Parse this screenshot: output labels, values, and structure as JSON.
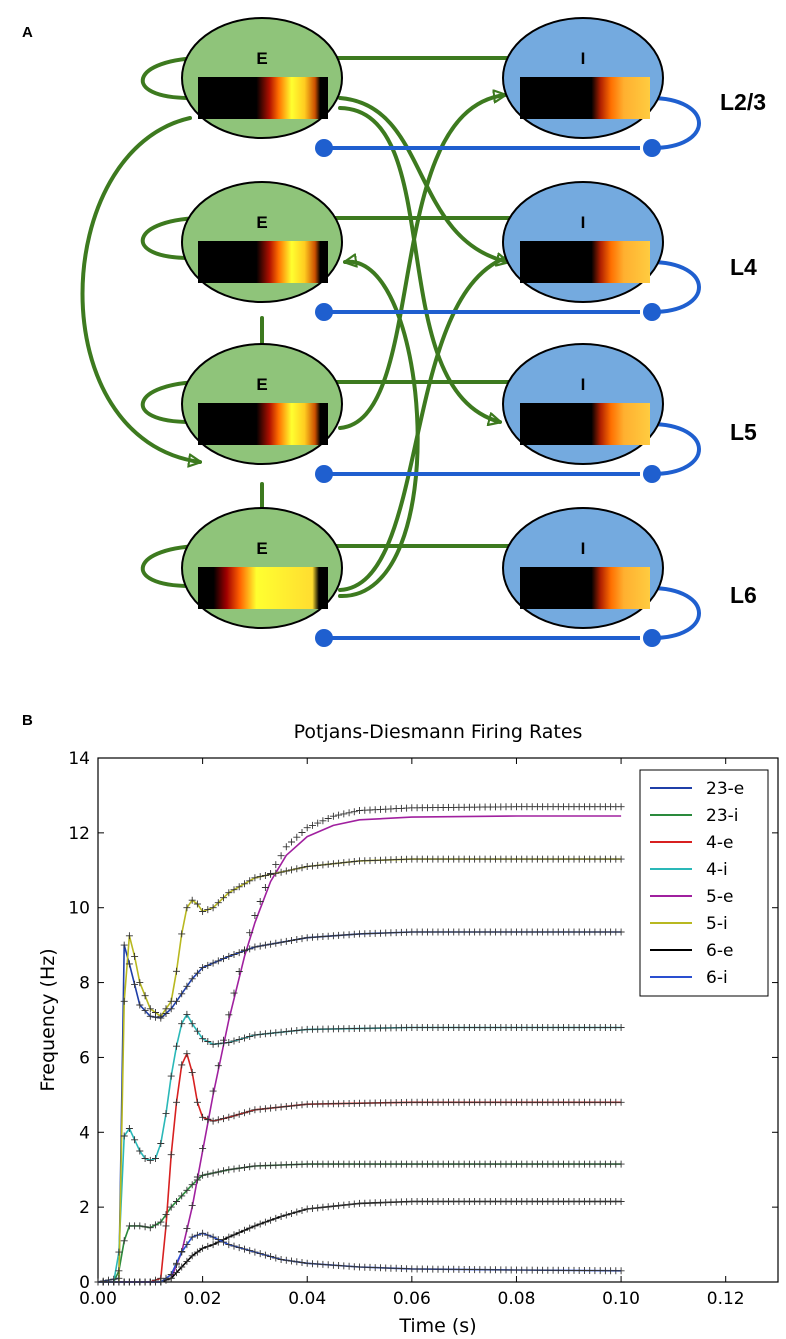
{
  "panel_a": {
    "label": "A",
    "layers": [
      "L2/3",
      "L4",
      "L5",
      "L6"
    ],
    "excitatory_label": "E",
    "inhibitory_label": "I",
    "colors": {
      "excitatory_fill": "#8fc47a",
      "inhibitory_fill": "#74aadf",
      "excitatory_arrow": "#3d7a1f",
      "inhibitory_arrow": "#1f5fcf"
    }
  },
  "panel_b": {
    "label": "B"
  },
  "chart_data": {
    "type": "line",
    "title": "Potjans-Diesmann Firing Rates",
    "xlabel": "Time (s)",
    "ylabel": "Frequency (Hz)",
    "xlim": [
      0.0,
      0.13
    ],
    "ylim": [
      0,
      14
    ],
    "xticks": [
      "0.00",
      "0.02",
      "0.04",
      "0.06",
      "0.08",
      "0.10",
      "0.12"
    ],
    "yticks": [
      "0",
      "2",
      "4",
      "6",
      "8",
      "10",
      "12",
      "14"
    ],
    "grid": false,
    "legend_position": "top-right",
    "markers": "black '+' markers overlay each curve",
    "series": [
      {
        "name": "23-e",
        "color": "#1f3fa8",
        "x": [
          0.0,
          0.004,
          0.005,
          0.006,
          0.008,
          0.01,
          0.012,
          0.014,
          0.016,
          0.018,
          0.02,
          0.025,
          0.03,
          0.04,
          0.05,
          0.06,
          0.08,
          0.1
        ],
        "values": [
          0.0,
          0.1,
          9.0,
          8.5,
          7.4,
          7.1,
          7.05,
          7.3,
          7.7,
          8.1,
          8.4,
          8.7,
          8.95,
          9.2,
          9.3,
          9.35,
          9.35,
          9.35
        ]
      },
      {
        "name": "23-i",
        "color": "#2a8a3c",
        "x": [
          0.0,
          0.003,
          0.004,
          0.005,
          0.006,
          0.008,
          0.01,
          0.012,
          0.014,
          0.016,
          0.018,
          0.02,
          0.025,
          0.03,
          0.04,
          0.05,
          0.06,
          0.08,
          0.1
        ],
        "values": [
          0.0,
          0.0,
          0.3,
          1.1,
          1.5,
          1.5,
          1.45,
          1.6,
          2.0,
          2.3,
          2.6,
          2.85,
          3.0,
          3.1,
          3.15,
          3.15,
          3.15,
          3.15,
          3.15
        ]
      },
      {
        "name": "4-e",
        "color": "#d82020",
        "x": [
          0.0,
          0.01,
          0.012,
          0.013,
          0.014,
          0.015,
          0.016,
          0.017,
          0.018,
          0.019,
          0.02,
          0.022,
          0.025,
          0.03,
          0.04,
          0.06,
          0.08,
          0.1
        ],
        "values": [
          0.0,
          0.0,
          0.1,
          1.5,
          3.4,
          4.8,
          5.8,
          6.1,
          5.6,
          4.8,
          4.4,
          4.3,
          4.4,
          4.6,
          4.75,
          4.8,
          4.8,
          4.8
        ]
      },
      {
        "name": "4-i",
        "color": "#2ab8b8",
        "x": [
          0.0,
          0.003,
          0.004,
          0.005,
          0.006,
          0.007,
          0.008,
          0.009,
          0.01,
          0.011,
          0.012,
          0.013,
          0.014,
          0.015,
          0.016,
          0.017,
          0.018,
          0.02,
          0.022,
          0.025,
          0.03,
          0.04,
          0.06,
          0.08,
          0.1
        ],
        "values": [
          0.0,
          0.0,
          0.8,
          3.9,
          4.1,
          3.8,
          3.5,
          3.3,
          3.25,
          3.3,
          3.7,
          4.5,
          5.5,
          6.3,
          6.9,
          7.15,
          6.9,
          6.5,
          6.35,
          6.4,
          6.6,
          6.75,
          6.8,
          6.8,
          6.8
        ]
      },
      {
        "name": "5-e",
        "color": "#a0209f",
        "x": [
          0.0,
          0.012,
          0.014,
          0.016,
          0.018,
          0.02,
          0.022,
          0.025,
          0.028,
          0.03,
          0.033,
          0.036,
          0.04,
          0.045,
          0.05,
          0.06,
          0.08,
          0.1
        ],
        "values": [
          0.0,
          0.0,
          0.1,
          0.8,
          2.0,
          3.5,
          5.0,
          7.0,
          8.7,
          9.6,
          10.7,
          11.4,
          11.9,
          12.2,
          12.35,
          12.42,
          12.45,
          12.45
        ]
      },
      {
        "name": "5-i",
        "color": "#b8b820",
        "x": [
          0.0,
          0.004,
          0.005,
          0.006,
          0.007,
          0.008,
          0.01,
          0.012,
          0.014,
          0.015,
          0.016,
          0.017,
          0.018,
          0.019,
          0.02,
          0.022,
          0.025,
          0.03,
          0.04,
          0.05,
          0.06,
          0.08,
          0.1
        ],
        "values": [
          0.0,
          0.0,
          7.5,
          9.25,
          8.7,
          8.0,
          7.3,
          7.1,
          7.5,
          8.3,
          9.3,
          10.0,
          10.2,
          10.1,
          9.9,
          10.0,
          10.4,
          10.8,
          11.1,
          11.25,
          11.3,
          11.3,
          11.3
        ]
      },
      {
        "name": "6-e",
        "color": "#000000",
        "x": [
          0.0,
          0.012,
          0.014,
          0.016,
          0.018,
          0.02,
          0.022,
          0.025,
          0.03,
          0.035,
          0.04,
          0.05,
          0.06,
          0.08,
          0.1
        ],
        "values": [
          0.0,
          0.0,
          0.1,
          0.4,
          0.7,
          0.9,
          1.0,
          1.2,
          1.5,
          1.75,
          1.95,
          2.1,
          2.15,
          2.15,
          2.15
        ]
      },
      {
        "name": "6-i",
        "color": "#2a4fd0",
        "x": [
          0.0,
          0.012,
          0.014,
          0.016,
          0.018,
          0.02,
          0.022,
          0.025,
          0.03,
          0.035,
          0.04,
          0.05,
          0.06,
          0.08,
          0.1
        ],
        "values": [
          0.0,
          0.0,
          0.2,
          0.8,
          1.2,
          1.3,
          1.2,
          1.0,
          0.8,
          0.6,
          0.5,
          0.4,
          0.35,
          0.32,
          0.3
        ]
      }
    ]
  }
}
